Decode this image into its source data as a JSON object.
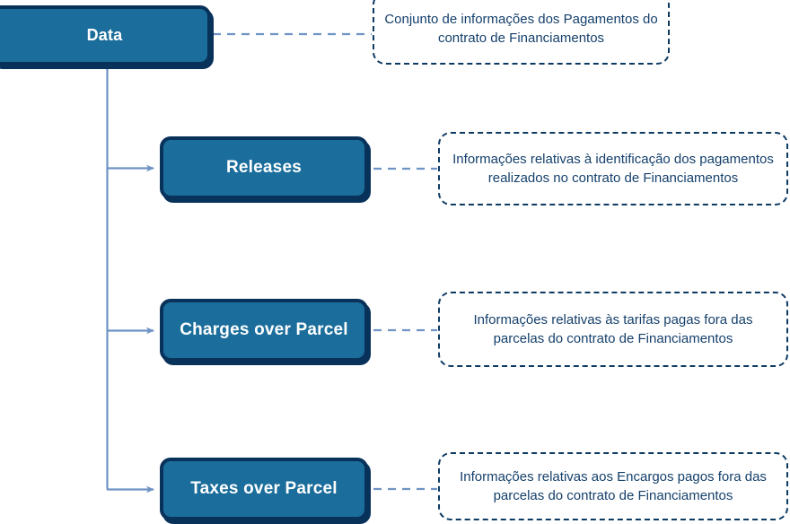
{
  "diagram": {
    "type": "tree",
    "title": "Data",
    "root": {
      "label": "Data",
      "description": "Conjunto de informações dos Pagamentos do contrato de Financiamentos"
    },
    "children": [
      {
        "label": "Releases",
        "description": "Informações relativas à identificação dos pagamentos realizados no contrato de Financiamentos"
      },
      {
        "label": "Charges over Parcel",
        "description": "Informações relativas às tarifas pagas fora das parcelas do contrato de Financiamentos"
      },
      {
        "label": "Taxes over Parcel",
        "description": "Informações relativas aos Encargos pagos fora das parcelas do contrato de Financiamentos"
      }
    ],
    "colors": {
      "node_fill": "#1b6d9b",
      "node_border": "#08325a",
      "node_text": "#ffffff",
      "connector": "#6f93c4",
      "callout_border": "#0d3a63",
      "callout_text": "#15406b",
      "background": "#ffffff"
    },
    "connector_style": {
      "trunk": "solid",
      "branch": "solid-with-arrowhead",
      "callout_link": "dashed"
    }
  }
}
